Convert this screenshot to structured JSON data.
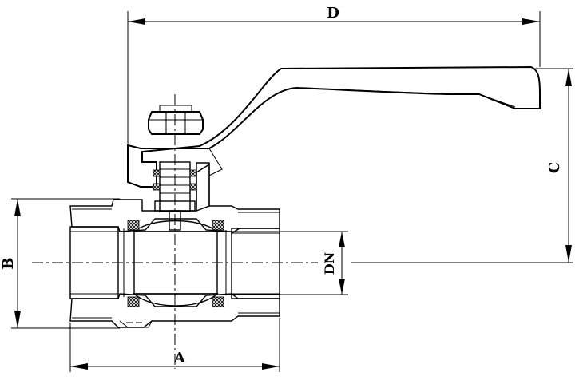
{
  "dimensions": {
    "D": "D",
    "C": "C",
    "B": "B",
    "DN": "DN",
    "A": "A"
  }
}
